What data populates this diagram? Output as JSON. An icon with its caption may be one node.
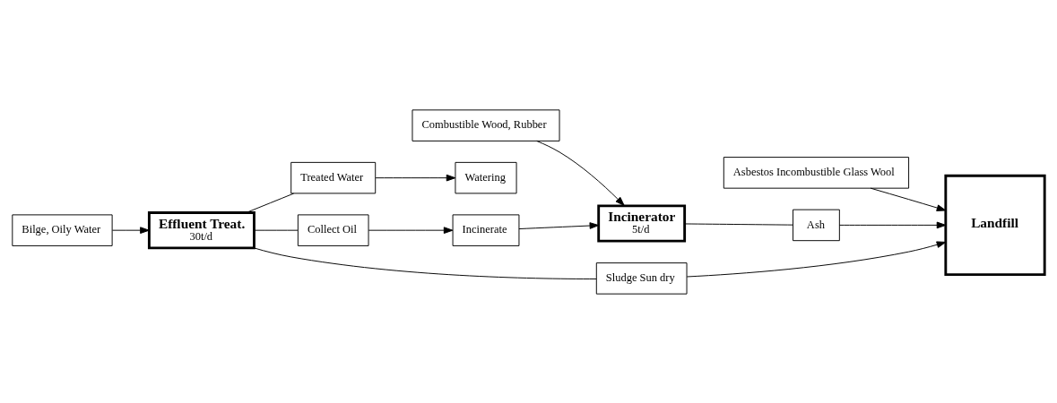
{
  "diagram": {
    "nodes": [
      {
        "text": [
          "Asbestos Incombustible Glass Wool"
        ]
      },
      {
        "text": [
          "Landfill"
        ]
      },
      {
        "text": [
          "Combustible Wood, Rubber"
        ]
      },
      {
        "text": [
          "Incinerator",
          "5t/d"
        ]
      },
      {
        "text": [
          "Ash"
        ]
      },
      {
        "text": [
          "Bilge, Oily Water"
        ]
      },
      {
        "text": [
          "Effluent Treat.",
          "30t/d"
        ]
      },
      {
        "text": [
          "Treated Water"
        ]
      },
      {
        "text": [
          "Watering"
        ]
      },
      {
        "text": [
          "Collect Oil"
        ]
      },
      {
        "text": [
          "Sludge Sun dry"
        ]
      },
      {
        "text": [
          "Incinerate"
        ]
      }
    ],
    "edges": [
      {
        "from": 0,
        "to": 1,
        "arrow": "to"
      },
      {
        "from": 2,
        "to": 3,
        "arrow": "to"
      },
      {
        "from": 3,
        "to": 4,
        "arrow": "none"
      },
      {
        "from": 4,
        "to": 1,
        "arrow": "to"
      },
      {
        "from": 5,
        "to": 6,
        "arrow": "to"
      },
      {
        "from": 6,
        "to": 7,
        "arrow": "none"
      },
      {
        "from": 7,
        "to": 8,
        "arrow": "to"
      },
      {
        "from": 6,
        "to": 9,
        "arrow": "none"
      },
      {
        "from": 9,
        "to": 11,
        "arrow": "to"
      },
      {
        "from": 6,
        "to": 10,
        "arrow": "none"
      },
      {
        "from": 10,
        "to": 1,
        "arrow": "to"
      },
      {
        "from": 11,
        "to": 3,
        "arrow": "to"
      }
    ]
  }
}
